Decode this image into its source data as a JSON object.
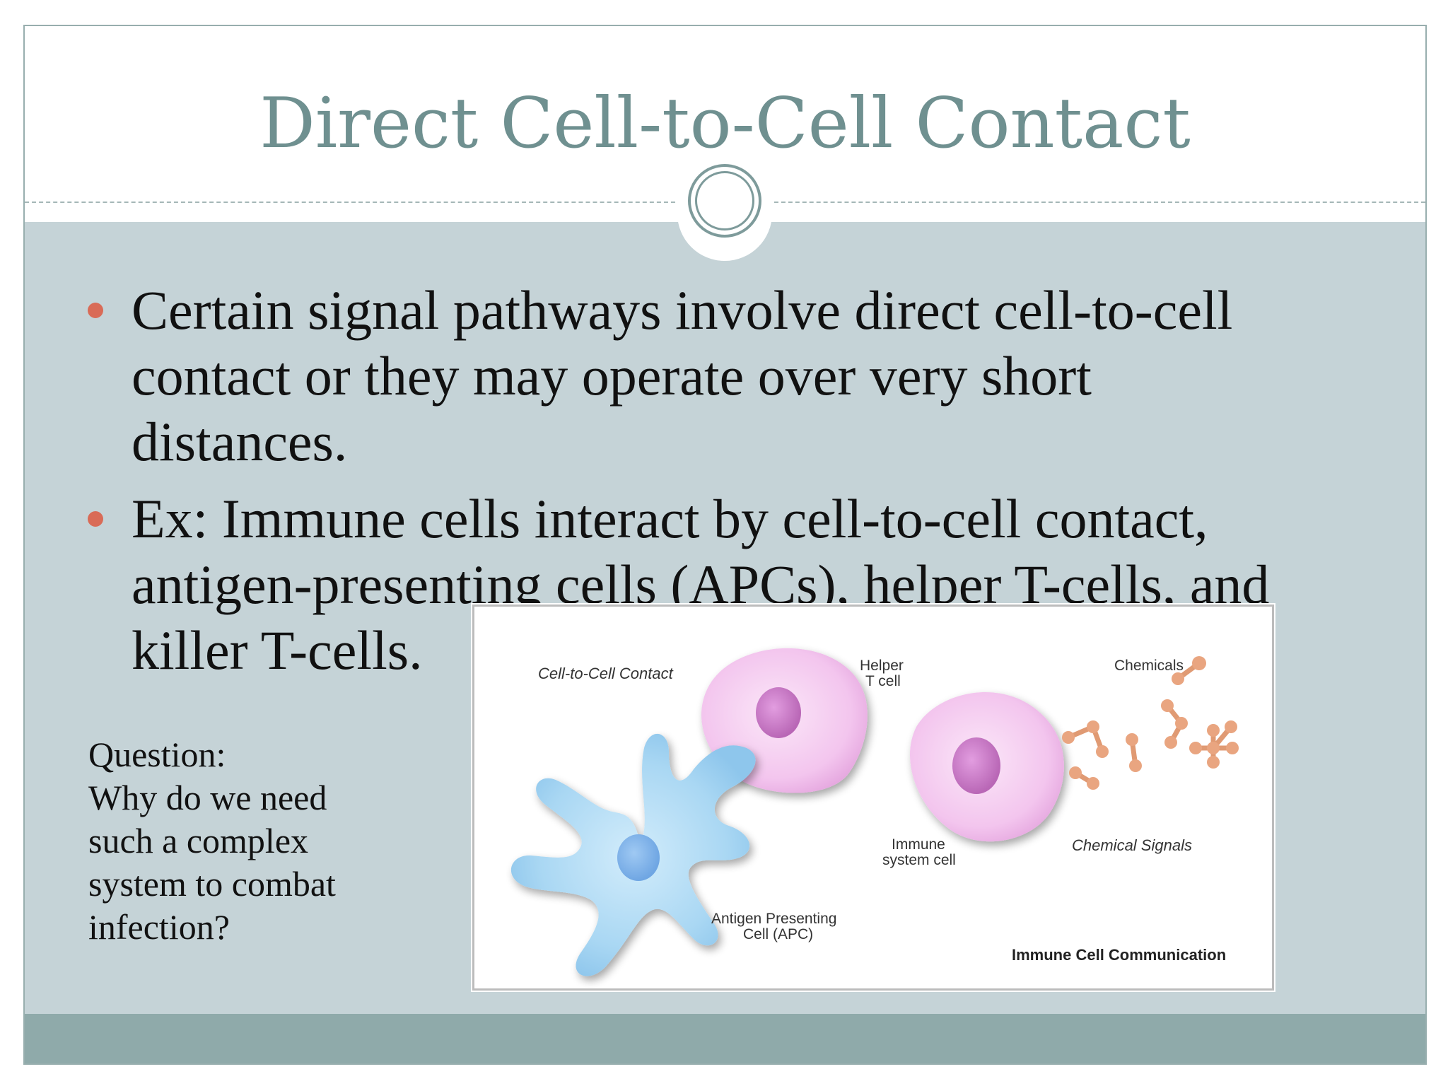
{
  "slide": {
    "title": "Direct Cell-to-Cell Contact",
    "bullets": [
      {
        "lines": [
          "Certain signal pathways involve direct cell-to-cell",
          "contact or they may operate over very short",
          "distances."
        ]
      },
      {
        "lines": [
          "Ex: Immune cells interact by cell-to-cell contact,",
          "antigen-presenting cells (APCs), helper T-cells, and",
          "killer T-cells."
        ]
      }
    ],
    "question": [
      "Question:",
      "Why do we need",
      "such a complex",
      "system to combat",
      "infection?"
    ]
  },
  "figure": {
    "label_contact": "Cell-to-Cell Contact",
    "label_helper_line1": "Helper",
    "label_helper_line2": "T cell",
    "label_chemicals": "Chemicals",
    "label_immune_line1": "Immune",
    "label_immune_line2": "system cell",
    "label_chemical_signals": "Chemical Signals",
    "label_apc_line1": "Antigen Presenting",
    "label_apc_line2": "Cell (APC)",
    "caption": "Immune Cell Communication"
  },
  "colors": {
    "title": "#6f9090",
    "body_background": "#c5d3d7",
    "footer_bar": "#8faaaa",
    "bullet_dot": "#d96b57",
    "apc_cell": "#a9d7f3",
    "t_cell": "#f3c5ee",
    "nucleus": "#c97bc4",
    "chemical": "#e59e78"
  }
}
